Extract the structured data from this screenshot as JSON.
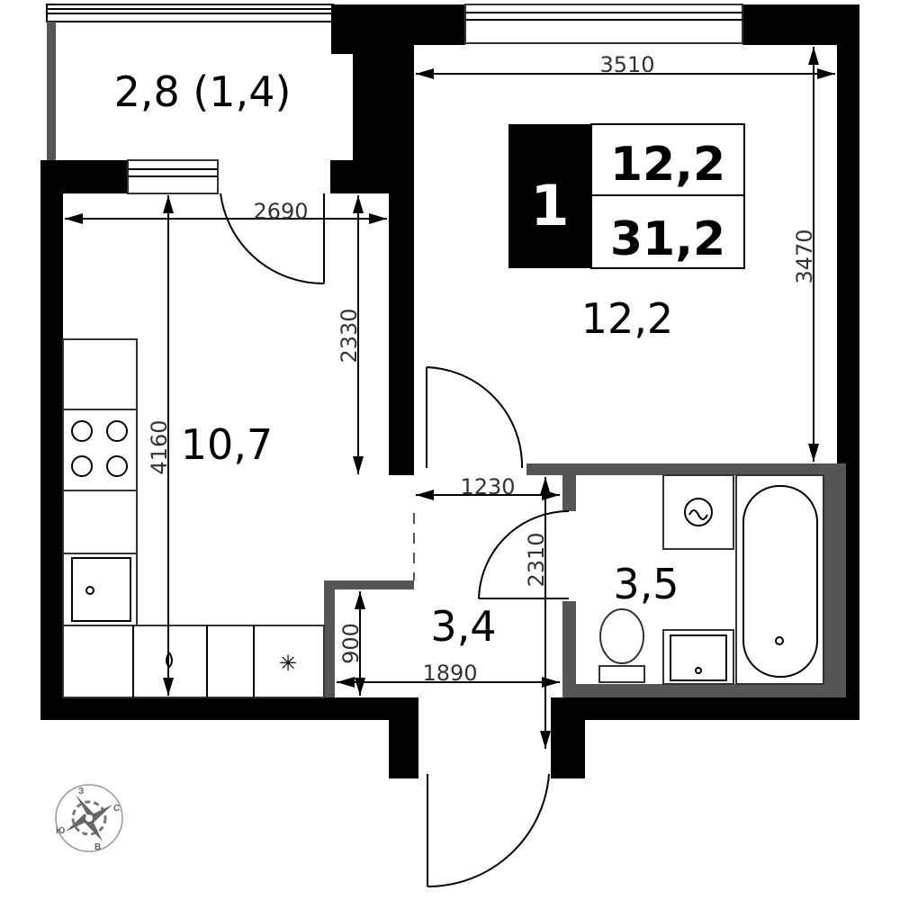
{
  "rooms": {
    "balcony_area": "2,8 (1,4)",
    "kitchen_area": "10,7",
    "bedroom_area": "12,2",
    "hall_area": "3,4",
    "bathroom_area": "3,5"
  },
  "summary_badge": {
    "rooms_count": "1",
    "living_area": "12,2",
    "total_area": "31,2"
  },
  "dimensions": {
    "kitchen_width": "2690",
    "kitchen_length": "4160",
    "kitchen_to_door": "2330",
    "room_width": "3510",
    "room_length": "3470",
    "hall_width": "1230",
    "hall_length": "2310",
    "corridor_width": "1890",
    "corridor_depth": "900"
  },
  "compass": {
    "north": "С",
    "south": "Ю",
    "west": "З",
    "east": "В"
  },
  "colors": {
    "wall": "#000000",
    "partition": "#555555",
    "badge_dark": "#000000"
  }
}
